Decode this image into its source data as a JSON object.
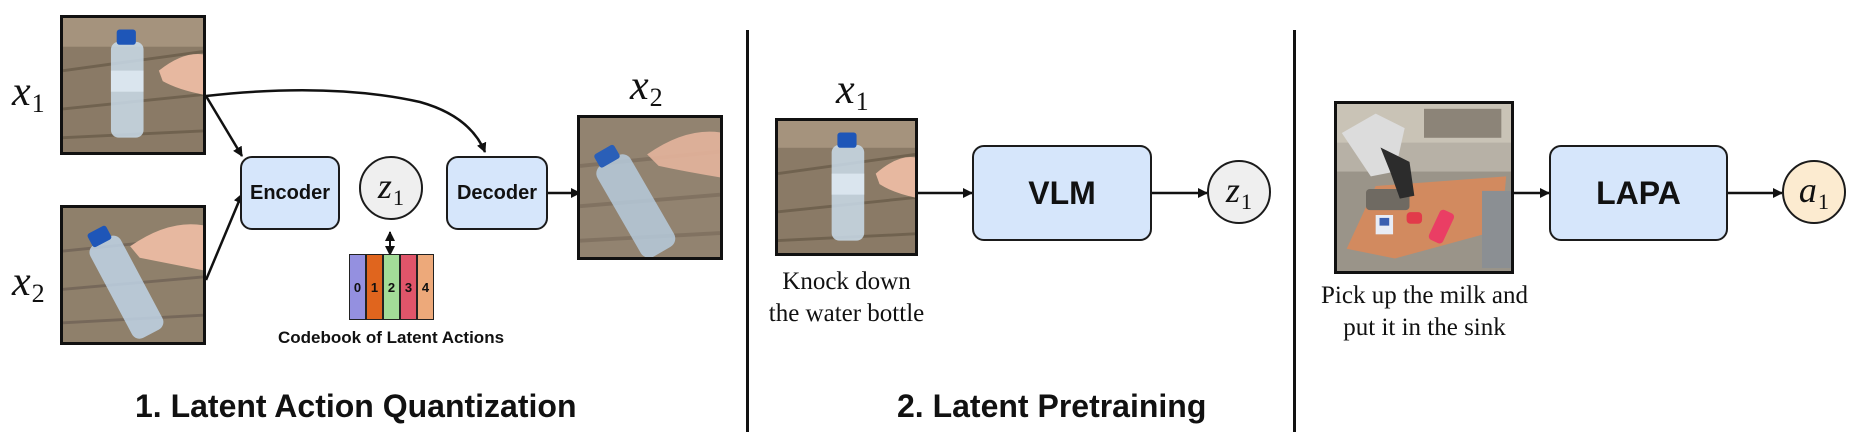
{
  "panel1": {
    "x1_label": "x",
    "x1_sub": "1",
    "x2_label": "x",
    "x2_sub": "2",
    "encoder_label": "Encoder",
    "decoder_label": "Decoder",
    "z_label": "z",
    "z_sub": "1",
    "output_label": "x",
    "output_sub": "2",
    "codebook": {
      "caption": "Codebook of Latent Actions",
      "codes": [
        {
          "label": "0",
          "color": "#9490e0"
        },
        {
          "label": "1",
          "color": "#e0651e"
        },
        {
          "label": "2",
          "color": "#a3dc98"
        },
        {
          "label": "3",
          "color": "#e0556a"
        },
        {
          "label": "4",
          "color": "#eda97a"
        }
      ]
    },
    "title": "1. Latent Action Quantization"
  },
  "panel2": {
    "x1_label": "x",
    "x1_sub": "1",
    "caption_line1": "Knock down",
    "caption_line2": "the water bottle",
    "vlm_label": "VLM",
    "z_label": "z",
    "z_sub": "1",
    "title": "2. Latent Pretraining"
  },
  "panel3": {
    "caption_line1": "Pick up the milk and",
    "caption_line2": "put it in the sink",
    "lapa_label": "LAPA",
    "a_label": "a",
    "a_sub": "1"
  },
  "colors": {
    "box_fill": "#d6e6fb",
    "z_circle_fill": "#efefef",
    "a_circle_fill": "#fcebd0"
  }
}
